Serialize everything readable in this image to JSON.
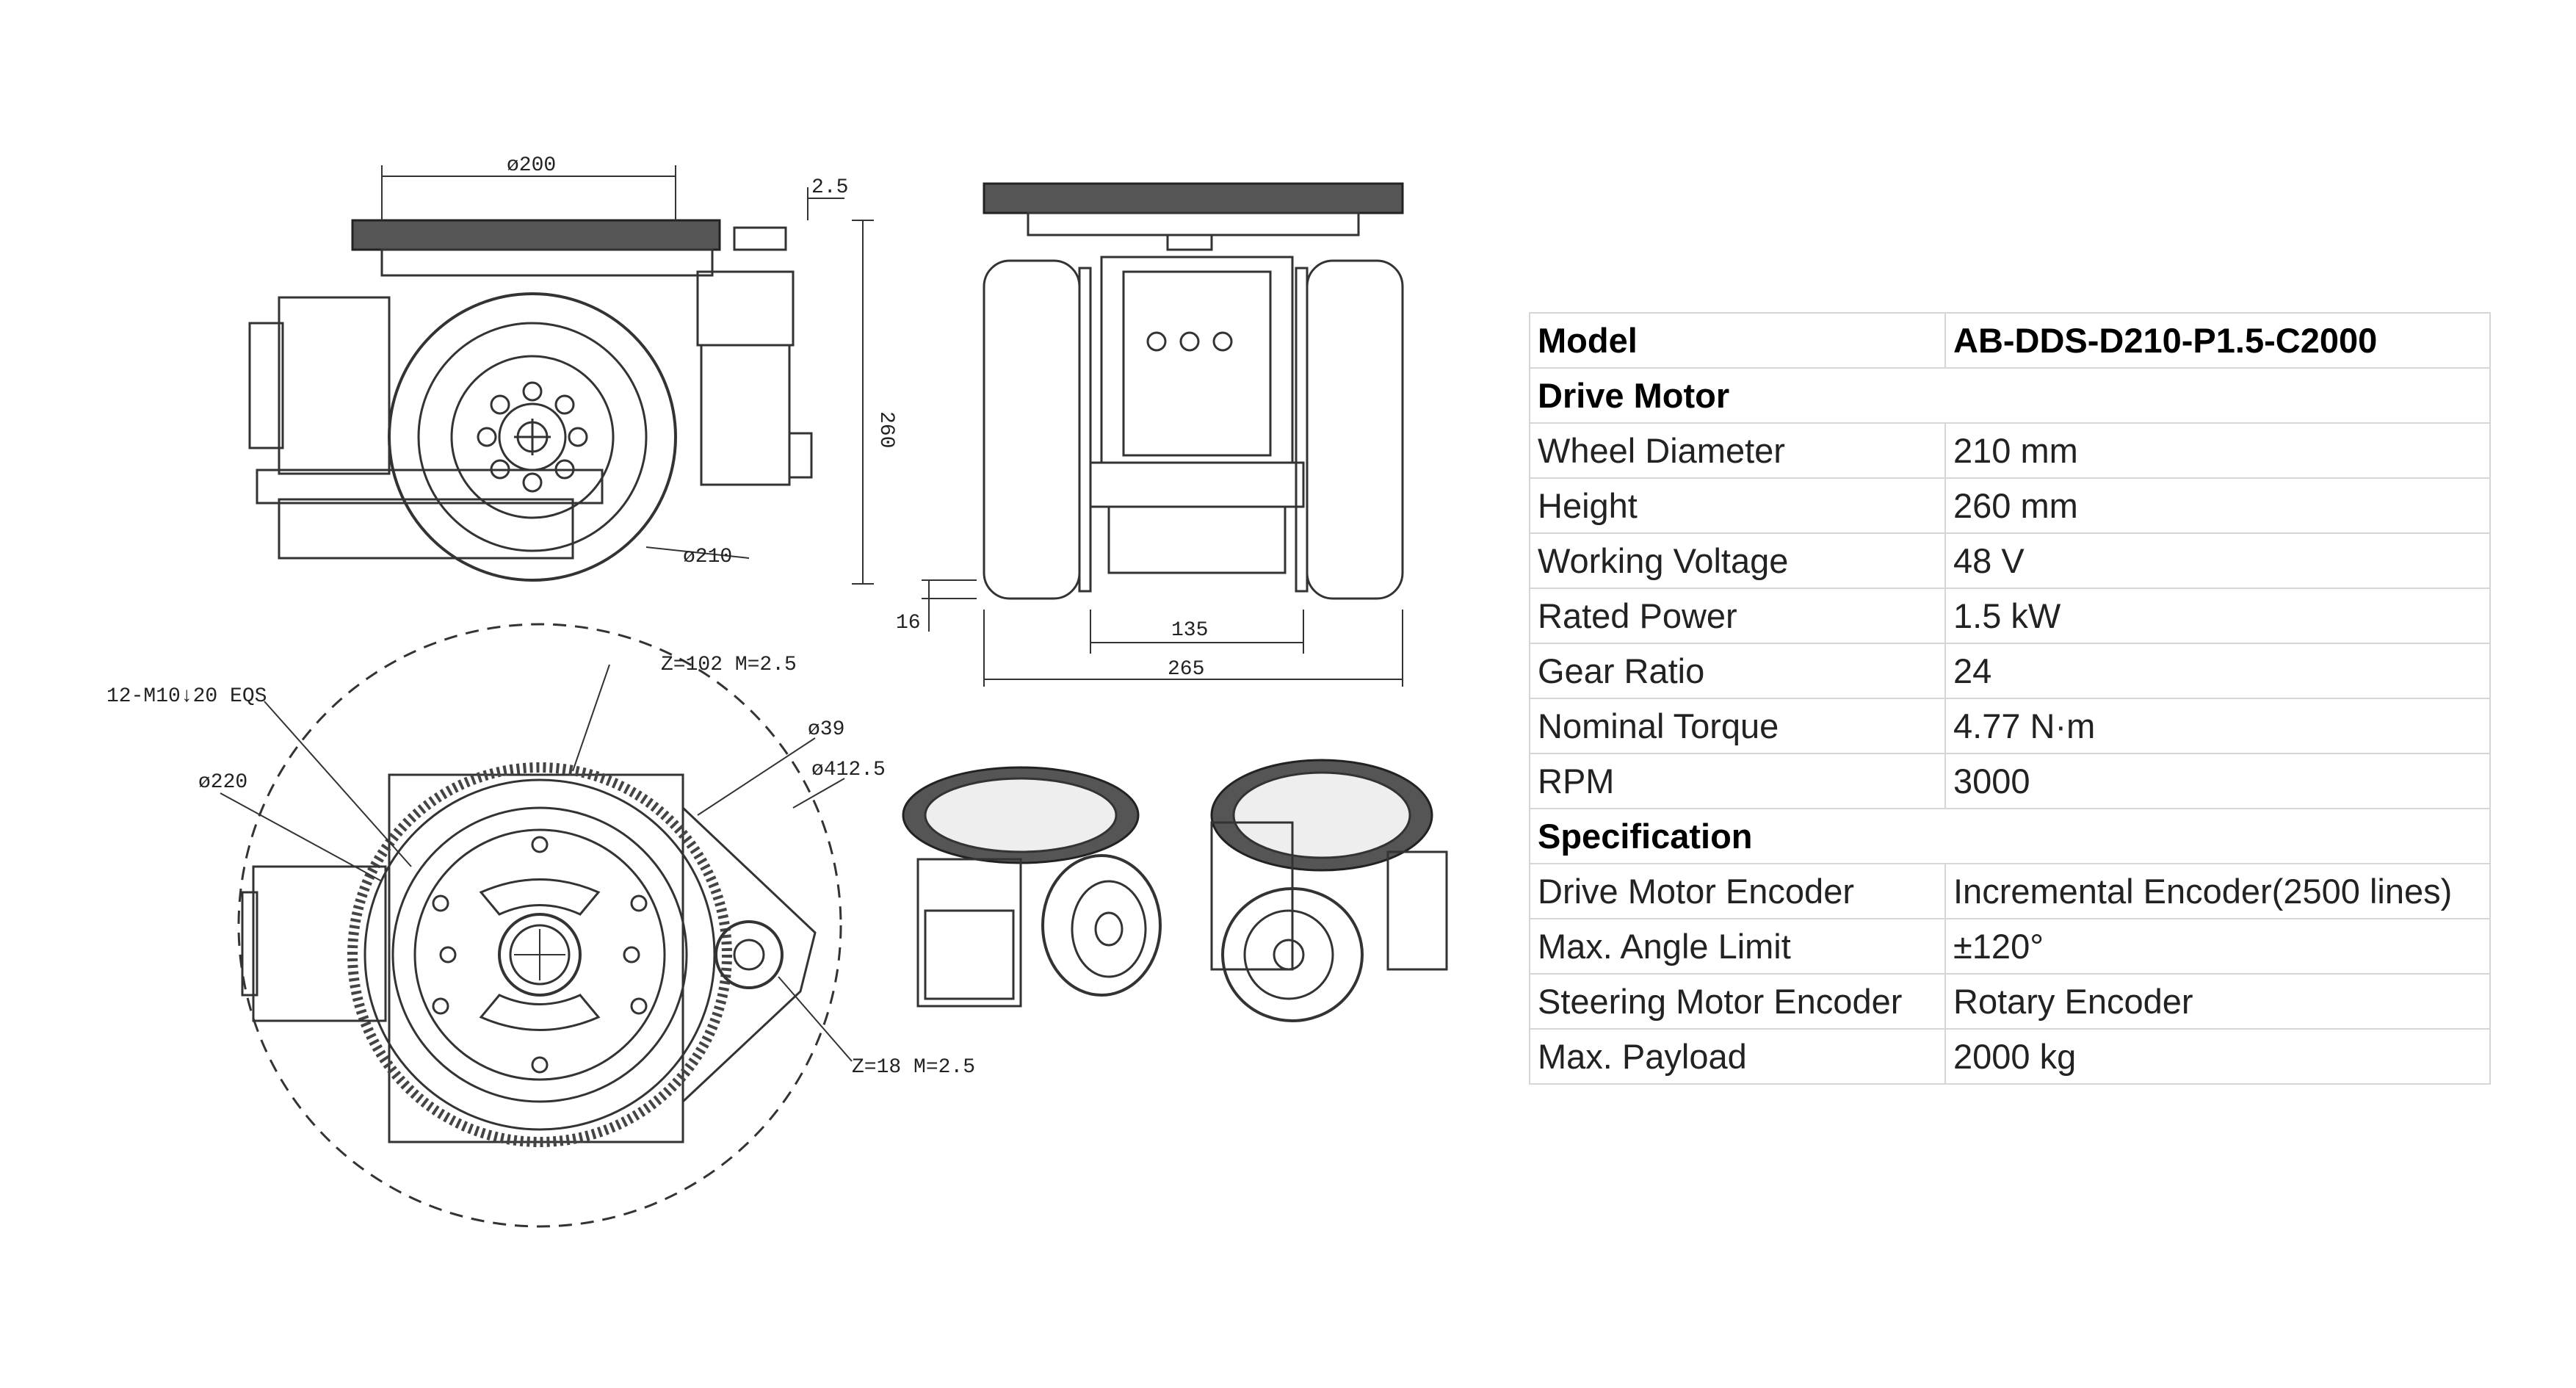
{
  "drawings": {
    "side_view": {
      "dim_gear_diameter": "ø200",
      "dim_offset": "2.5",
      "dim_height": "260",
      "dim_wheel_diameter": "ø210"
    },
    "front_view": {
      "dim_clearance": "16",
      "dim_inner_width": "135",
      "dim_total_width": "265"
    },
    "top_view": {
      "dim_ring_gear": "Z=102  M=2.5",
      "dim_bolt_holes": "12-M10↓20 EQS",
      "dim_bolt_circle": "ø220",
      "dim_pinion_dia": "ø39",
      "dim_swing_dia": "ø412.5",
      "dim_pinion_gear": "Z=18  M=2.5"
    }
  },
  "spec_table": {
    "rows": [
      {
        "label": "Model",
        "value": "AB-DDS-D210-P1.5-C2000",
        "bold": true
      },
      {
        "label": "Drive Motor",
        "value": "",
        "bold": true,
        "section": true
      },
      {
        "label": "Wheel Diameter",
        "value": "210 mm"
      },
      {
        "label": "Height",
        "value": "260 mm"
      },
      {
        "label": "Working Voltage",
        "value": "48 V"
      },
      {
        "label": "Rated Power",
        "value": "1.5 kW"
      },
      {
        "label": "Gear Ratio",
        "value": "24"
      },
      {
        "label": "Nominal Torque",
        "value": "4.77 N·m"
      },
      {
        "label": "RPM",
        "value": "3000"
      },
      {
        "label": "Specification",
        "value": "",
        "bold": true,
        "section": true
      },
      {
        "label": "Drive Motor Encoder",
        "value": "Incremental Encoder(2500 lines)"
      },
      {
        "label": "Max. Angle Limit",
        "value": "±120°"
      },
      {
        "label": "Steering Motor Encoder",
        "value": "Rotary Encoder"
      },
      {
        "label": "Max. Payload",
        "value": "2000 kg"
      }
    ]
  }
}
